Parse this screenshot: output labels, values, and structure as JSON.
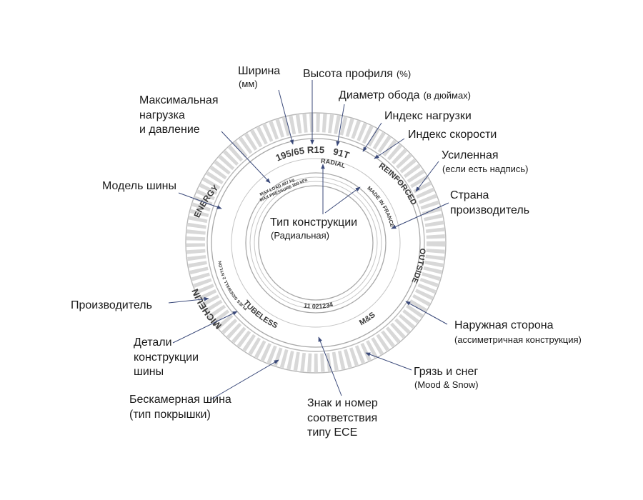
{
  "sidewall": {
    "size": "195/65 R15",
    "load_speed": "91T",
    "radial": "RADIAL",
    "reinforced": "REINFORCED",
    "made_in": "MADE IN FRANCE",
    "outside": "OUTSIDE",
    "ms": "M&S",
    "ece": "11 021234",
    "tubeless": "TUBELESS",
    "brand": "MICHELIN",
    "model": "ENERGY",
    "max_load": "MAX LOAD 497 kg",
    "max_pressure": "MAX PRESSURE 300 kPa",
    "plies": "PLIES SIDEWALL 2 NYLON"
  },
  "labels": {
    "width": [
      "Ширина",
      "(мм)"
    ],
    "profile": [
      "Высота профиля",
      "(%)"
    ],
    "rim": [
      "Диаметр обода",
      "(в дюймах)"
    ],
    "load_index": "Индекс нагрузки",
    "speed_index": "Индекс скорости",
    "reinforced": [
      "Усиленная",
      "(если есть надпись)"
    ],
    "max_load": [
      "Максимальная",
      "нагрузка",
      "и давление"
    ],
    "model": "Модель шины",
    "construction_type": [
      "Тип конструкции",
      "(Радиальная)"
    ],
    "country": [
      "Страна",
      "производитель"
    ],
    "manufacturer": "Производитель",
    "outside": [
      "Наружная сторона",
      "(ассиметричная конструкция)"
    ],
    "details": [
      "Детали",
      "конструкции",
      "шины"
    ],
    "mud_snow": [
      "Грязь и снег",
      "(Mood & Snow)"
    ],
    "tubeless": [
      "Бескамерная шина",
      "(тип покрышки)"
    ],
    "ece": [
      "Знак и номер",
      "соответствия",
      "типу ECE"
    ]
  }
}
